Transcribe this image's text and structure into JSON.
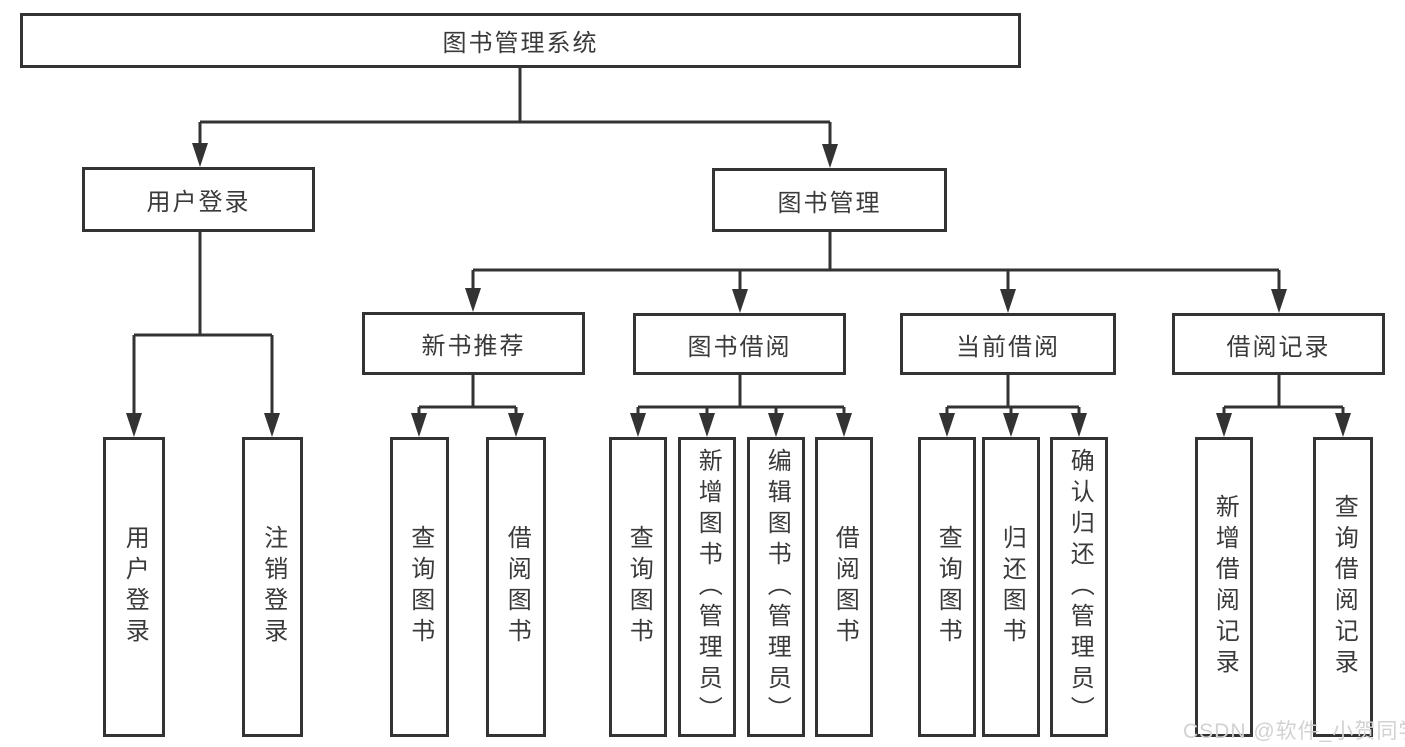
{
  "diagram": {
    "title": "图书管理系统",
    "watermark": "CSDN @软件_小贺同学",
    "level1": {
      "user_login": "用户登录",
      "book_management": "图书管理"
    },
    "level2": {
      "new_book_recommend": "新书推荐",
      "book_borrow": "图书借阅",
      "current_borrow": "当前借阅",
      "borrow_records": "借阅记录"
    },
    "leaves": {
      "user_login": "用户登录",
      "logout": "注销登录",
      "nb_query_books": "查询图书",
      "nb_borrow_books": "借阅图书",
      "bb_query_books": "查询图书",
      "bb_add_books": "新增图书（管理员）",
      "bb_edit_books": "编辑图书（管理员）",
      "bb_borrow_books": "借阅图书",
      "cb_query_books": "查询图书",
      "cb_return_books": "归还图书",
      "cb_confirm_return": "确认归还（管理员）",
      "br_add_record": "新增借阅记录",
      "br_query_record": "查询借阅记录"
    }
  }
}
